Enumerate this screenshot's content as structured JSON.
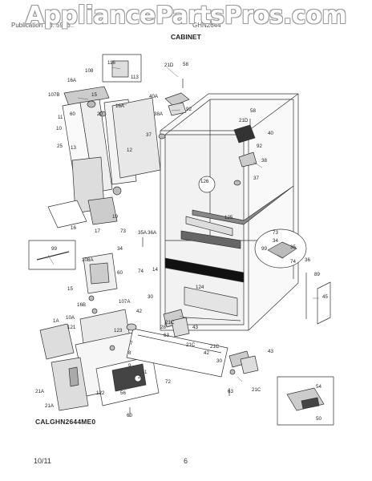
{
  "watermark": "AppliancePartsPros.com",
  "header": {
    "left": "Publication No: 5995..",
    "right": "GHN2644",
    "section": "CABINET"
  },
  "footer": {
    "date": "10/11",
    "page": "6",
    "diagram_code": "CALGHN2644ME0"
  },
  "part_labels": [
    {
      "id": "116",
      "text": "116"
    },
    {
      "id": "113",
      "text": "113"
    },
    {
      "id": "108",
      "text": "108"
    },
    {
      "id": "16A-top",
      "text": "16A"
    },
    {
      "id": "107B",
      "text": "107B"
    },
    {
      "id": "15-top",
      "text": "15"
    },
    {
      "id": "60-top",
      "text": "60"
    },
    {
      "id": "16A-mid",
      "text": "16A"
    },
    {
      "id": "20",
      "text": "20"
    },
    {
      "id": "11",
      "text": "11"
    },
    {
      "id": "10",
      "text": "10"
    },
    {
      "id": "12",
      "text": "12"
    },
    {
      "id": "25",
      "text": "25"
    },
    {
      "id": "13",
      "text": "13"
    },
    {
      "id": "19",
      "text": "19"
    },
    {
      "id": "17",
      "text": "17"
    },
    {
      "id": "16",
      "text": "16"
    },
    {
      "id": "21D-top",
      "text": "21D"
    },
    {
      "id": "58-top",
      "text": "58"
    },
    {
      "id": "40A",
      "text": "40A"
    },
    {
      "id": "92-top",
      "text": "92"
    },
    {
      "id": "38A",
      "text": "38A"
    },
    {
      "id": "37-left",
      "text": "37"
    },
    {
      "id": "58-right",
      "text": "58"
    },
    {
      "id": "21D-right",
      "text": "21D"
    },
    {
      "id": "40",
      "text": "40"
    },
    {
      "id": "92-right",
      "text": "92"
    },
    {
      "id": "38",
      "text": "38"
    },
    {
      "id": "37-right",
      "text": "37"
    },
    {
      "id": "126",
      "text": "126"
    },
    {
      "id": "125",
      "text": "125"
    },
    {
      "id": "73-left",
      "text": "73"
    },
    {
      "id": "35A",
      "text": "35A"
    },
    {
      "id": "36A",
      "text": "36A"
    },
    {
      "id": "34-left",
      "text": "34"
    },
    {
      "id": "74-left",
      "text": "74"
    },
    {
      "id": "14",
      "text": "14"
    },
    {
      "id": "99-left",
      "text": "99"
    },
    {
      "id": "108A",
      "text": "108A"
    },
    {
      "id": "60-mid",
      "text": "60"
    },
    {
      "id": "15-mid",
      "text": "15"
    },
    {
      "id": "16B",
      "text": "16B"
    },
    {
      "id": "107A",
      "text": "107A"
    },
    {
      "id": "10A",
      "text": "10A"
    },
    {
      "id": "1A",
      "text": "1A"
    },
    {
      "id": "121",
      "text": "121"
    },
    {
      "id": "123",
      "text": "123"
    },
    {
      "id": "30-left",
      "text": "30"
    },
    {
      "id": "42-left",
      "text": "42"
    },
    {
      "id": "21C-a",
      "text": "21C"
    },
    {
      "id": "28",
      "text": "28"
    },
    {
      "id": "63-left",
      "text": "63"
    },
    {
      "id": "43-left",
      "text": "43"
    },
    {
      "id": "21C-b",
      "text": "21C"
    },
    {
      "id": "124",
      "text": "124"
    },
    {
      "id": "73-right",
      "text": "73"
    },
    {
      "id": "34-right",
      "text": "34"
    },
    {
      "id": "35",
      "text": "35"
    },
    {
      "id": "99-right",
      "text": "99"
    },
    {
      "id": "74-right",
      "text": "74"
    },
    {
      "id": "36",
      "text": "36"
    },
    {
      "id": "89",
      "text": "89"
    },
    {
      "id": "45",
      "text": "45"
    },
    {
      "id": "43-right",
      "text": "43"
    },
    {
      "id": "42-right",
      "text": "42"
    },
    {
      "id": "30-right",
      "text": "30"
    },
    {
      "id": "21C-c",
      "text": "21C"
    },
    {
      "id": "63-right",
      "text": "63"
    },
    {
      "id": "21C-d",
      "text": "21C"
    },
    {
      "id": "7",
      "text": "7"
    },
    {
      "id": "8",
      "text": "8"
    },
    {
      "id": "9",
      "text": "9"
    },
    {
      "id": "1",
      "text": "1"
    },
    {
      "id": "2",
      "text": "2"
    },
    {
      "id": "21A-a",
      "text": "21A"
    },
    {
      "id": "21A-b",
      "text": "21A"
    },
    {
      "id": "122",
      "text": "122"
    },
    {
      "id": "56",
      "text": "56"
    },
    {
      "id": "72",
      "text": "72"
    },
    {
      "id": "60-bottom",
      "text": "60"
    },
    {
      "id": "54",
      "text": "54"
    },
    {
      "id": "50",
      "text": "50"
    }
  ]
}
